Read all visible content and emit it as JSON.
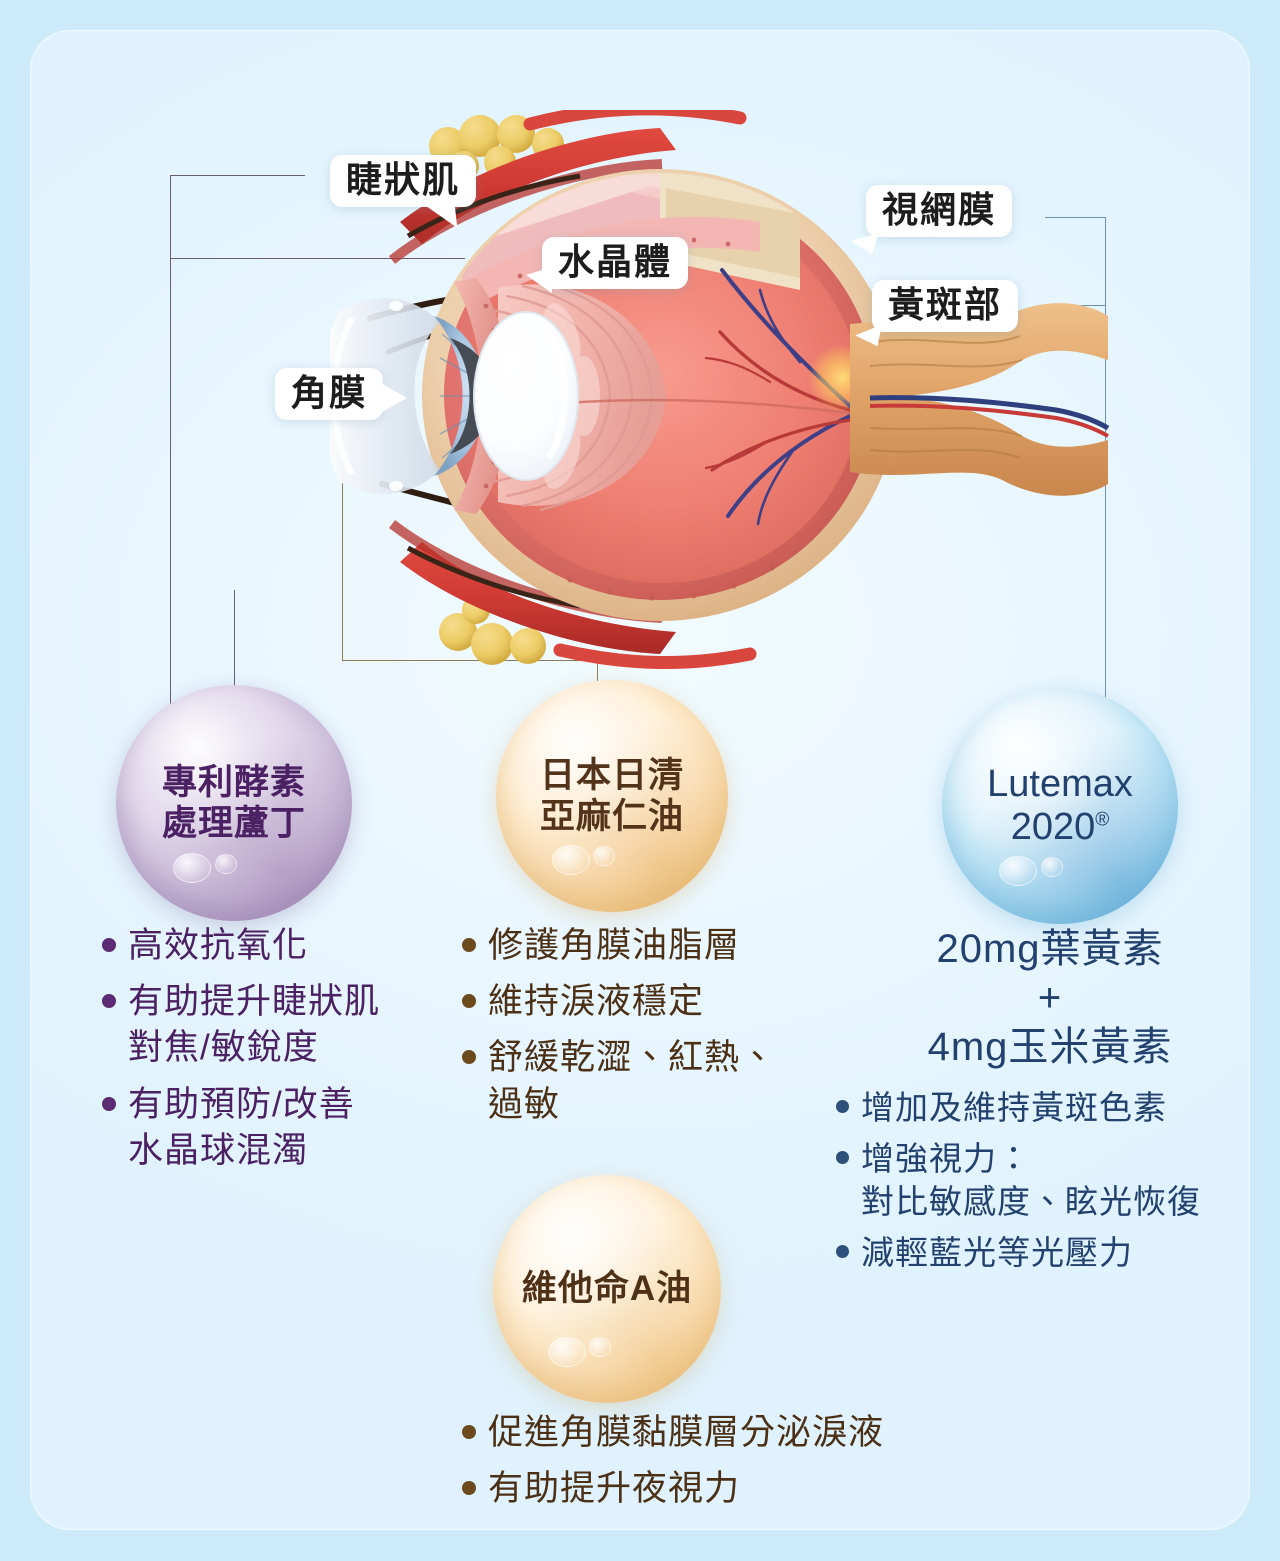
{
  "anatomy_labels": [
    {
      "id": "ciliary",
      "text": "睫狀肌"
    },
    {
      "id": "lens",
      "text": "水晶體"
    },
    {
      "id": "cornea",
      "text": "角膜"
    },
    {
      "id": "retina",
      "text": "視網膜"
    },
    {
      "id": "macula",
      "text": "黃斑部"
    }
  ],
  "bubbles": {
    "rutin": {
      "label": "專利酵素\n處理蘆丁",
      "color": "#9f8cb6",
      "text_color": "#4b2163"
    },
    "flax": {
      "label": "日本日清\n亞麻仁油",
      "color": "#edb96f",
      "text_color": "#53341a"
    },
    "lutemax": {
      "label_line1": "Lutemax",
      "label_line2": "2020",
      "trademark": "®",
      "color": "#6fc3e6",
      "text_color": "#22416e"
    },
    "vitamin_a": {
      "label": "維他命A油",
      "color": "#f0c27c",
      "text_color": "#4f3117"
    }
  },
  "lists": {
    "rutin": [
      "高效抗氧化",
      "有助提升睫狀肌\n對焦/敏銳度",
      "有助預防/改善\n水晶球混濁"
    ],
    "flax": [
      "修護角膜油脂層",
      "維持淚液穩定",
      "舒緩乾澀、紅熱、\n過敏"
    ],
    "lutemax_dose": "20mg葉黃素\n+\n4mg玉米黃素",
    "lutemax": [
      "增加及維持黃斑色素",
      "增強視力：\n對比敏感度、眩光恢復",
      "減輕藍光等光壓力"
    ],
    "vitamin_a": [
      "促進角膜黏膜層分泌淚液",
      "有助提升夜視力"
    ]
  },
  "colors": {
    "page_background": "#cdeafa",
    "panel_background": "#eaf7fe",
    "purple_line": "#6b5a78",
    "tan_line": "#8a7c55",
    "blue_line": "#6f91b4"
  }
}
